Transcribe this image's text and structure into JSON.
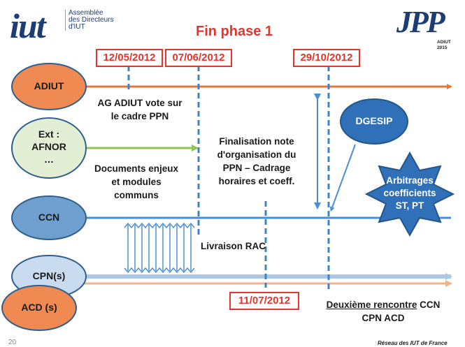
{
  "header": {
    "logo_text": "iut",
    "logo_sub_lines": [
      "Assemblée",
      "des Directeurs",
      "d'IUT"
    ],
    "title": "Fin phase 1",
    "jpp_text": "JPP",
    "jpp_sub_lines": [
      "ADIUT",
      "2015"
    ]
  },
  "dates": {
    "d1": "12/05/2012",
    "d2": "07/06/2012",
    "d3": "29/10/2012",
    "d4": "11/07/2012"
  },
  "actors": {
    "adiut": "ADIUT",
    "ext_lines": [
      "Ext :",
      "AFNOR",
      "…"
    ],
    "ccn": "CCN",
    "cpn": "CPN(s)",
    "acd": "ACD (s)",
    "dgesip": "DGESIP",
    "arbitrages_lines": [
      "Arbitrages",
      "coefficients",
      "ST, PT"
    ]
  },
  "notes": {
    "ag_lines": [
      "AG ADIUT vote sur",
      "le cadre PPN"
    ],
    "docs_lines": [
      "Documents enjeux",
      "et modules",
      "communs"
    ],
    "final_lines": [
      "Finalisation note",
      "d'organisation du",
      "PPN – Cadrage",
      "horaires et coeff."
    ],
    "livraison": "Livraison RAC",
    "deuxieme_underlined": "Deuxième rencontre",
    "deuxieme_rest": " CCN",
    "deuxieme_line2": "CPN ACD"
  },
  "footer": {
    "page_number": "20",
    "network": "Réseau des IUT de France"
  },
  "colors": {
    "red": "#e8342a",
    "orange": "#e8763a",
    "green": "#8dc456",
    "blue": "#4a8fd4",
    "ext_fill": "#e2efd5",
    "ccn_fill": "#6f9fcf",
    "cpn_fill": "#c9dcef",
    "acd_fill": "#ee8a52",
    "dgesip_fill": "#2f70b8",
    "star_fill": "#2f70b8"
  }
}
